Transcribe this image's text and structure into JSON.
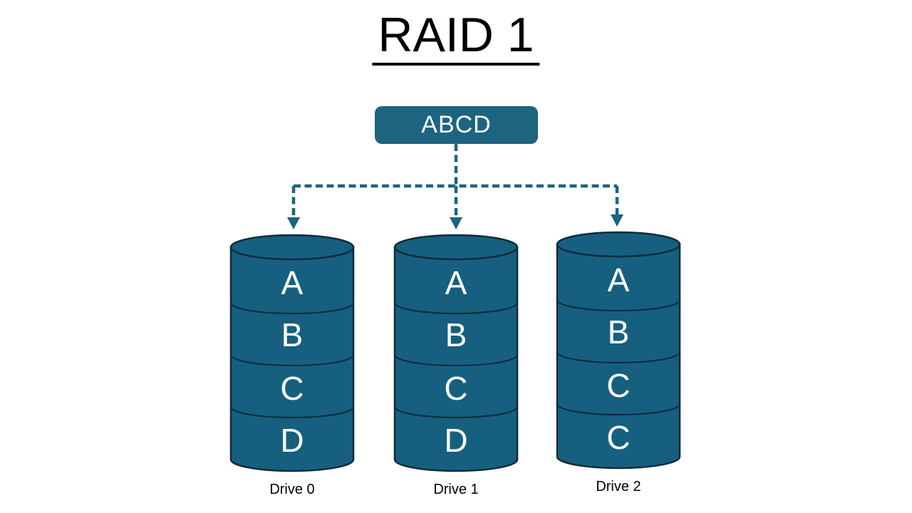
{
  "title": "RAID 1",
  "source_block": {
    "label": "ABCD"
  },
  "drives": [
    {
      "label": "Drive 0",
      "blocks": [
        "A",
        "B",
        "C",
        "D"
      ]
    },
    {
      "label": "Drive 1",
      "blocks": [
        "A",
        "B",
        "C",
        "D"
      ]
    },
    {
      "label": "Drive 2",
      "blocks": [
        "A",
        "B",
        "C",
        "C"
      ]
    }
  ],
  "colors": {
    "background": "#FFFFFF",
    "accent_teal": "#1D6480",
    "cylinder_fill": "#175F7F",
    "outline": "#0E2B3D",
    "block_text": "#FFFFFF",
    "label_text": "#000000"
  }
}
